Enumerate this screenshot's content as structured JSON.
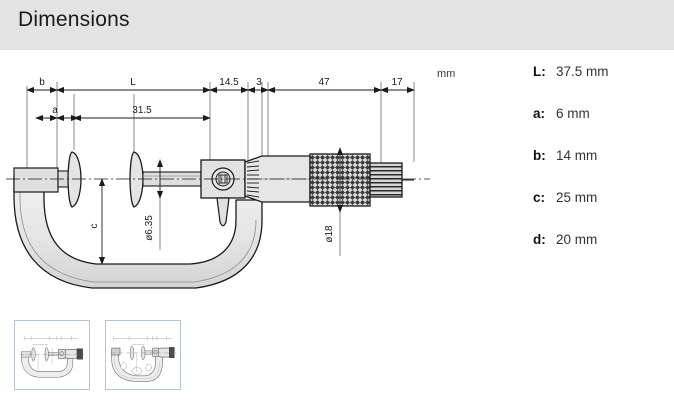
{
  "header": {
    "title": "Dimensions"
  },
  "drawing": {
    "unit_label": "mm",
    "dimension_labels": {
      "b": "b",
      "a": "a",
      "L": "L",
      "d31_5": "31.5",
      "d14_5": "14.5",
      "d3": "3",
      "d47": "47",
      "d17": "17",
      "c": "c",
      "dia6_35": "ø6.35",
      "dia18": "ø18"
    }
  },
  "specs": [
    {
      "key": "L:",
      "value": "37.5 mm"
    },
    {
      "key": "a:",
      "value": "6 mm"
    },
    {
      "key": "b:",
      "value": "14 mm"
    },
    {
      "key": "c:",
      "value": "25 mm"
    },
    {
      "key": "d:",
      "value": "20 mm"
    }
  ],
  "thumbnails": [
    {
      "name": "micrometer-c-frame-thumbnail"
    },
    {
      "name": "micrometer-large-frame-thumbnail"
    }
  ],
  "colors": {
    "header_bg": "#e3e3e3",
    "line": "#1a1a1a",
    "fill_light": "#e8e8e8",
    "fill_mid": "#d2d2d2",
    "thumb_border": "#b9c4d2"
  }
}
